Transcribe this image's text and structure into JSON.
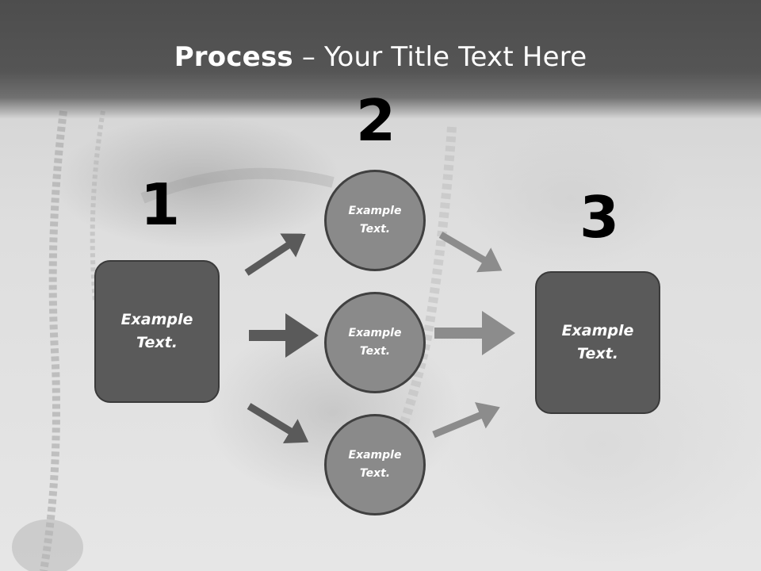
{
  "title": {
    "bold": "Process",
    "rest": " – Your Title Text Here"
  },
  "steps": [
    {
      "number": "1",
      "text": "Example\nText."
    },
    {
      "number": "2",
      "items": [
        "Example\nText.",
        "Example\nText.",
        "Example\nText."
      ]
    },
    {
      "number": "3",
      "text": "Example\nText."
    }
  ],
  "colors": {
    "dark_box": "#5a5a5a",
    "circle": "#8a8a8a",
    "arrow_dark": "#5a5a5a",
    "arrow_light": "#8c8c8c",
    "title_bar": "#4d4d4d"
  }
}
